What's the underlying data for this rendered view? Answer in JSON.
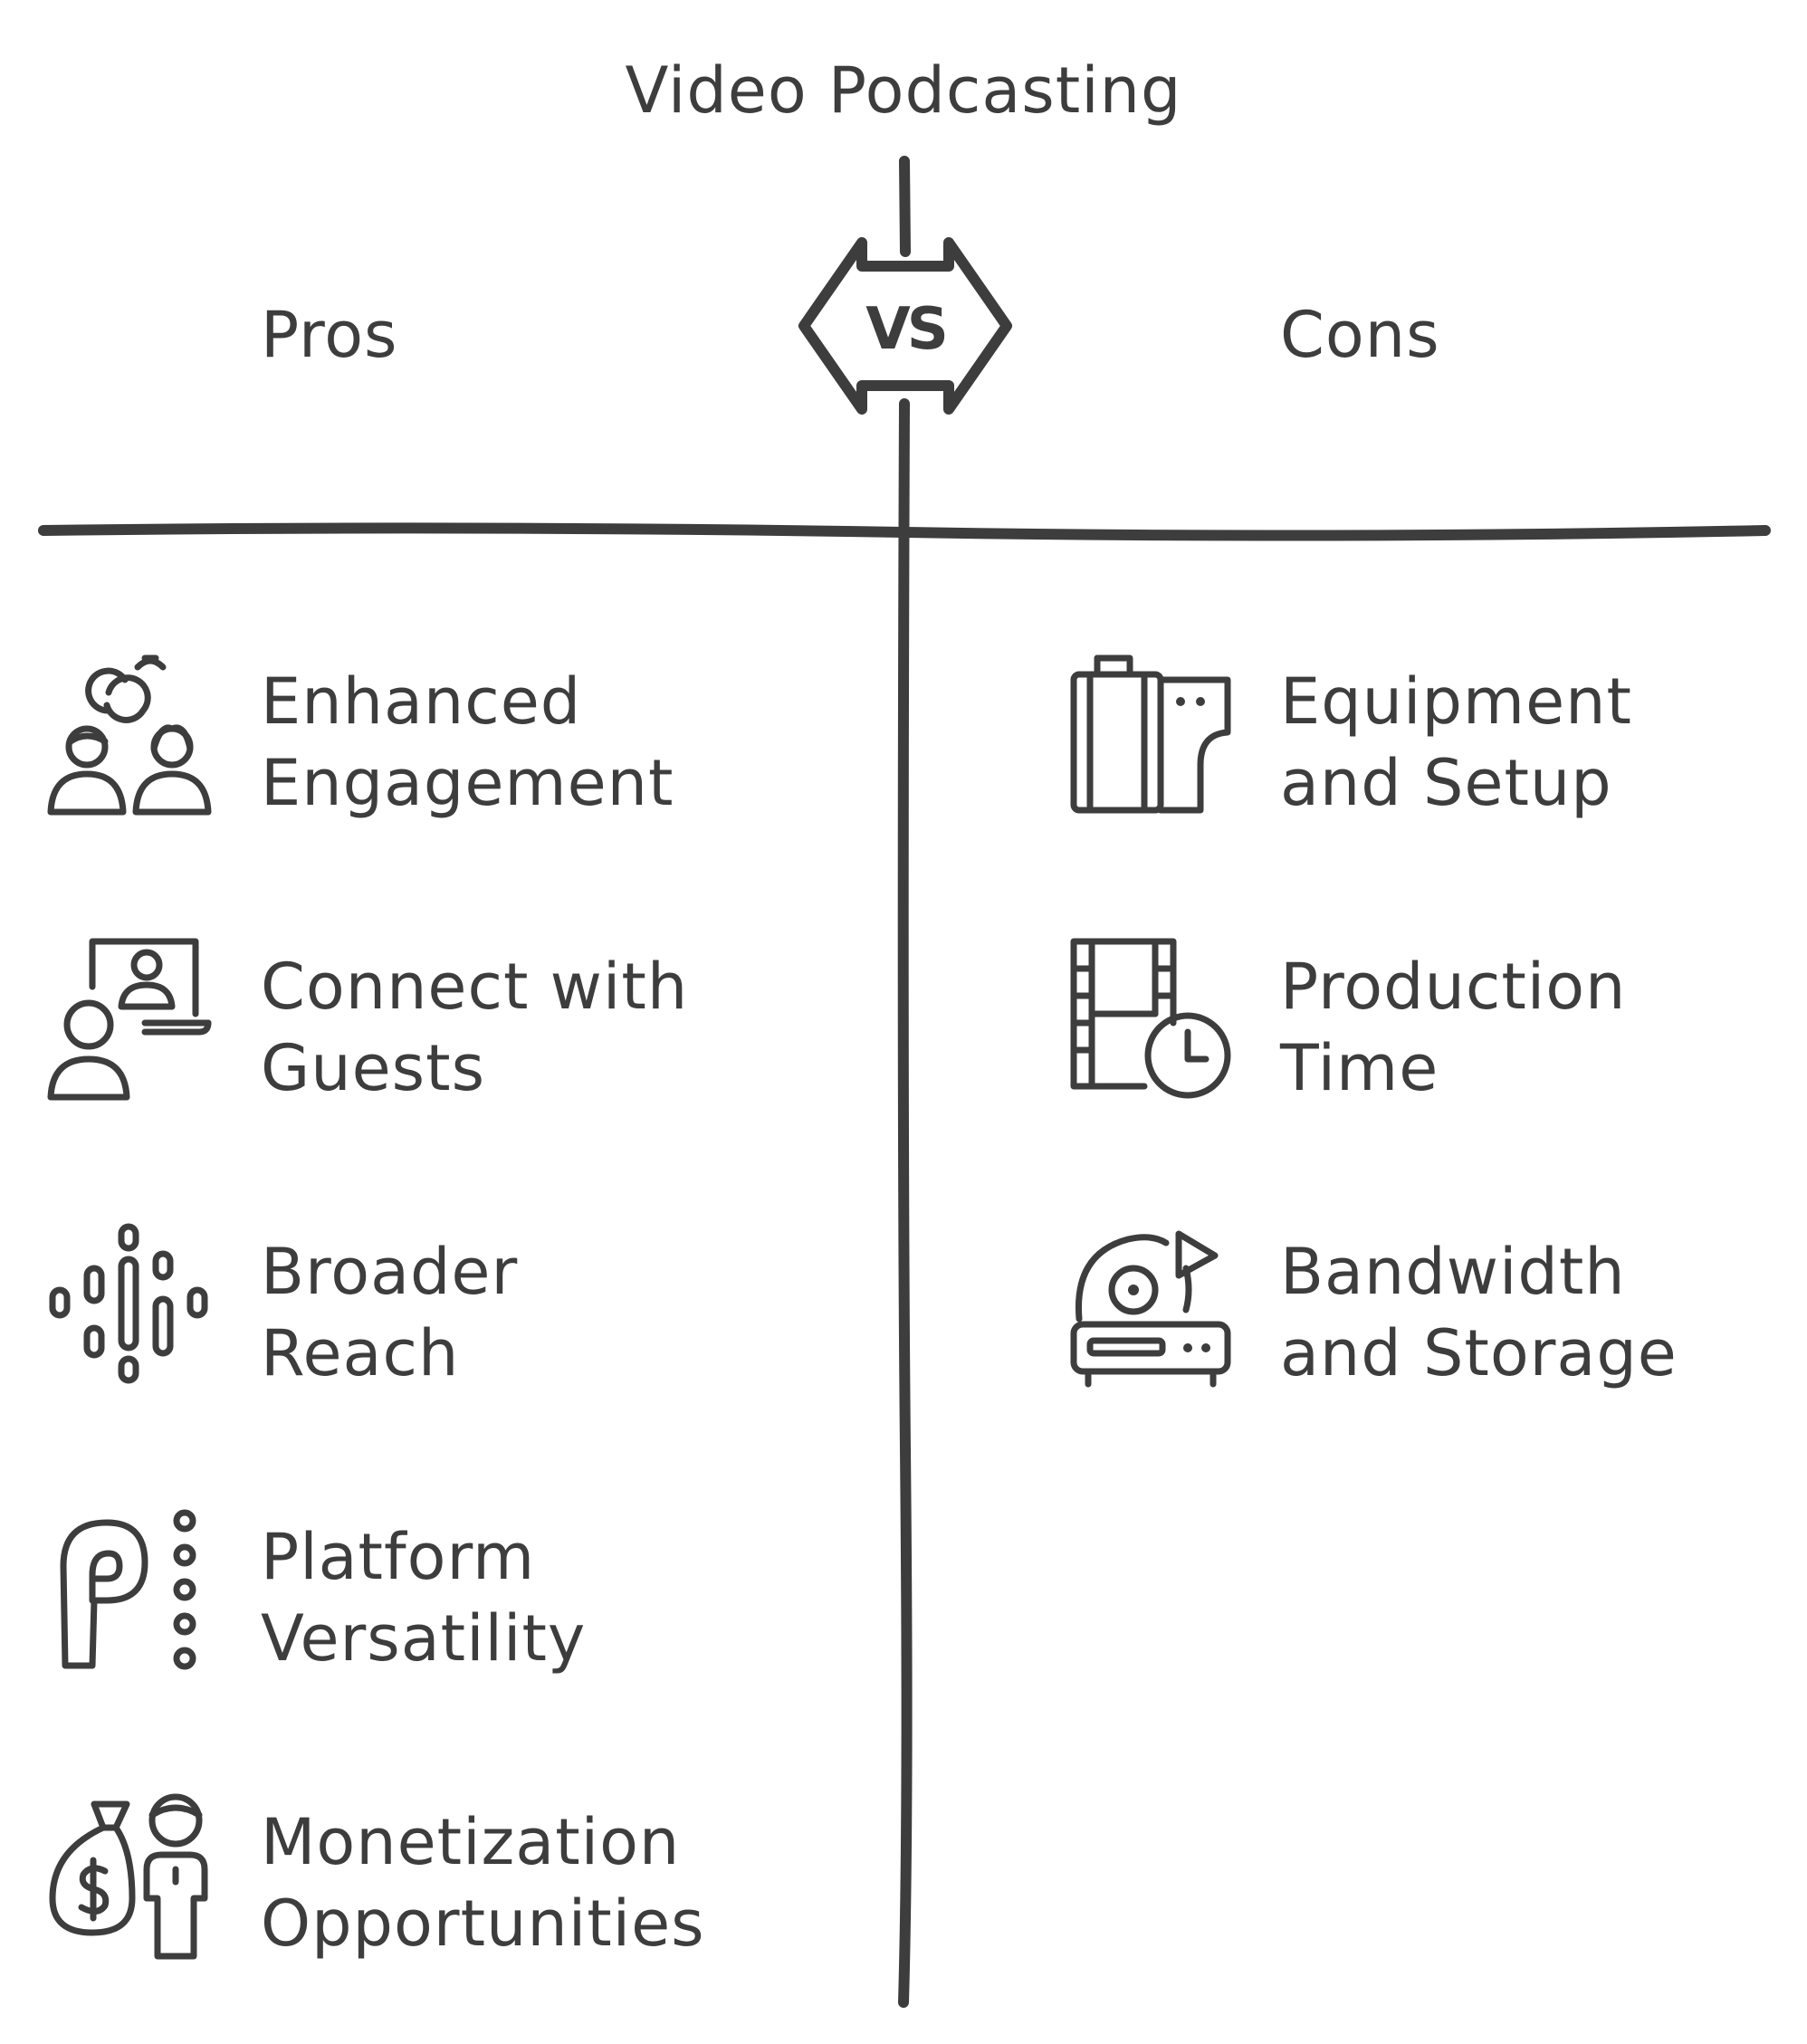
{
  "title": "Video Podcasting",
  "vs_label": "VS",
  "pros": {
    "heading": "Pros",
    "items": [
      {
        "lines": [
          "Enhanced",
          "Engagement"
        ],
        "icon": "engagement-icon"
      },
      {
        "lines": [
          "Connect with",
          "Guests"
        ],
        "icon": "video-call-icon"
      },
      {
        "lines": [
          "Broader",
          "Reach"
        ],
        "icon": "sound-wave-icon"
      },
      {
        "lines": [
          "Platform",
          "Versatility"
        ],
        "icon": "platform-icon"
      },
      {
        "lines": [
          "Monetization",
          "Opportunities"
        ],
        "icon": "money-bag-icon"
      }
    ]
  },
  "cons": {
    "heading": "Cons",
    "items": [
      {
        "lines": [
          "Equipment",
          "and Setup"
        ],
        "icon": "equipment-icon"
      },
      {
        "lines": [
          "Production",
          "Time"
        ],
        "icon": "film-clock-icon"
      },
      {
        "lines": [
          "Bandwidth",
          "and Storage"
        ],
        "icon": "storage-drive-icon"
      }
    ]
  },
  "colors": {
    "ink": "#3d3d3d",
    "background": "#ffffff"
  }
}
